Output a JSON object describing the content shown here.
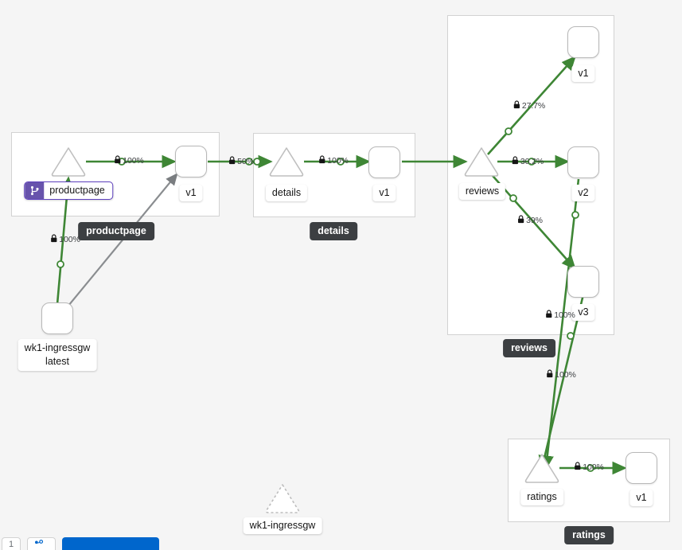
{
  "app": {
    "view": "service-mesh-topology-graph",
    "background_color": "#f5f5f5",
    "edge_color": "#3e8635",
    "idle_edge_color": "#8a8d90",
    "badge_color": "#6753ac"
  },
  "groups": [
    {
      "id": "productpage",
      "label": "productpage"
    },
    {
      "id": "details",
      "label": "details"
    },
    {
      "id": "reviews",
      "label": "reviews"
    },
    {
      "id": "ratings",
      "label": "ratings"
    }
  ],
  "nodes": {
    "ingressgw": {
      "label_line1": "wk1-ingressgw",
      "label_line2": "latest"
    },
    "productpage_svc": {
      "label": "productpage",
      "badge": "virtual-service"
    },
    "productpage_v1": {
      "label": "v1"
    },
    "details_svc": {
      "label": "details"
    },
    "details_v1": {
      "label": "v1"
    },
    "reviews_svc": {
      "label": "reviews"
    },
    "reviews_v1": {
      "label": "v1"
    },
    "reviews_v2": {
      "label": "v2"
    },
    "reviews_v3": {
      "label": "v3"
    },
    "ratings_svc": {
      "label": "ratings"
    },
    "ratings_v1": {
      "label": "v1"
    },
    "idle_ingressgw": {
      "label": "wk1-ingressgw"
    }
  },
  "edges": [
    {
      "id": "ingressgw-to-productpage-svc",
      "label": "100%",
      "secured": true
    },
    {
      "id": "productpage-svc-to-v1",
      "label": "100%",
      "secured": true
    },
    {
      "id": "productpage-v1-to-details-svc",
      "label": "50%",
      "secured": true
    },
    {
      "id": "details-svc-to-v1",
      "label": "100%",
      "secured": true
    },
    {
      "id": "productpage-v1-to-reviews-svc",
      "label": "",
      "secured": false
    },
    {
      "id": "reviews-svc-to-v1",
      "label": "27.7%",
      "secured": true
    },
    {
      "id": "reviews-svc-to-v2",
      "label": "30.2%",
      "secured": true
    },
    {
      "id": "reviews-svc-to-v3",
      "label": "39%",
      "secured": true
    },
    {
      "id": "reviews-v3-to-ratings",
      "label": "100%",
      "secured": true
    },
    {
      "id": "reviews-v2-to-ratings",
      "label": "100%",
      "secured": true
    },
    {
      "id": "ratings-svc-to-v1",
      "label": "100%",
      "secured": true
    },
    {
      "id": "ingressgw-to-productpage-v1",
      "label": "",
      "secured": false
    }
  ],
  "toolbar": {
    "zoom_label": "1",
    "legend_label": "",
    "primary_label": ""
  }
}
